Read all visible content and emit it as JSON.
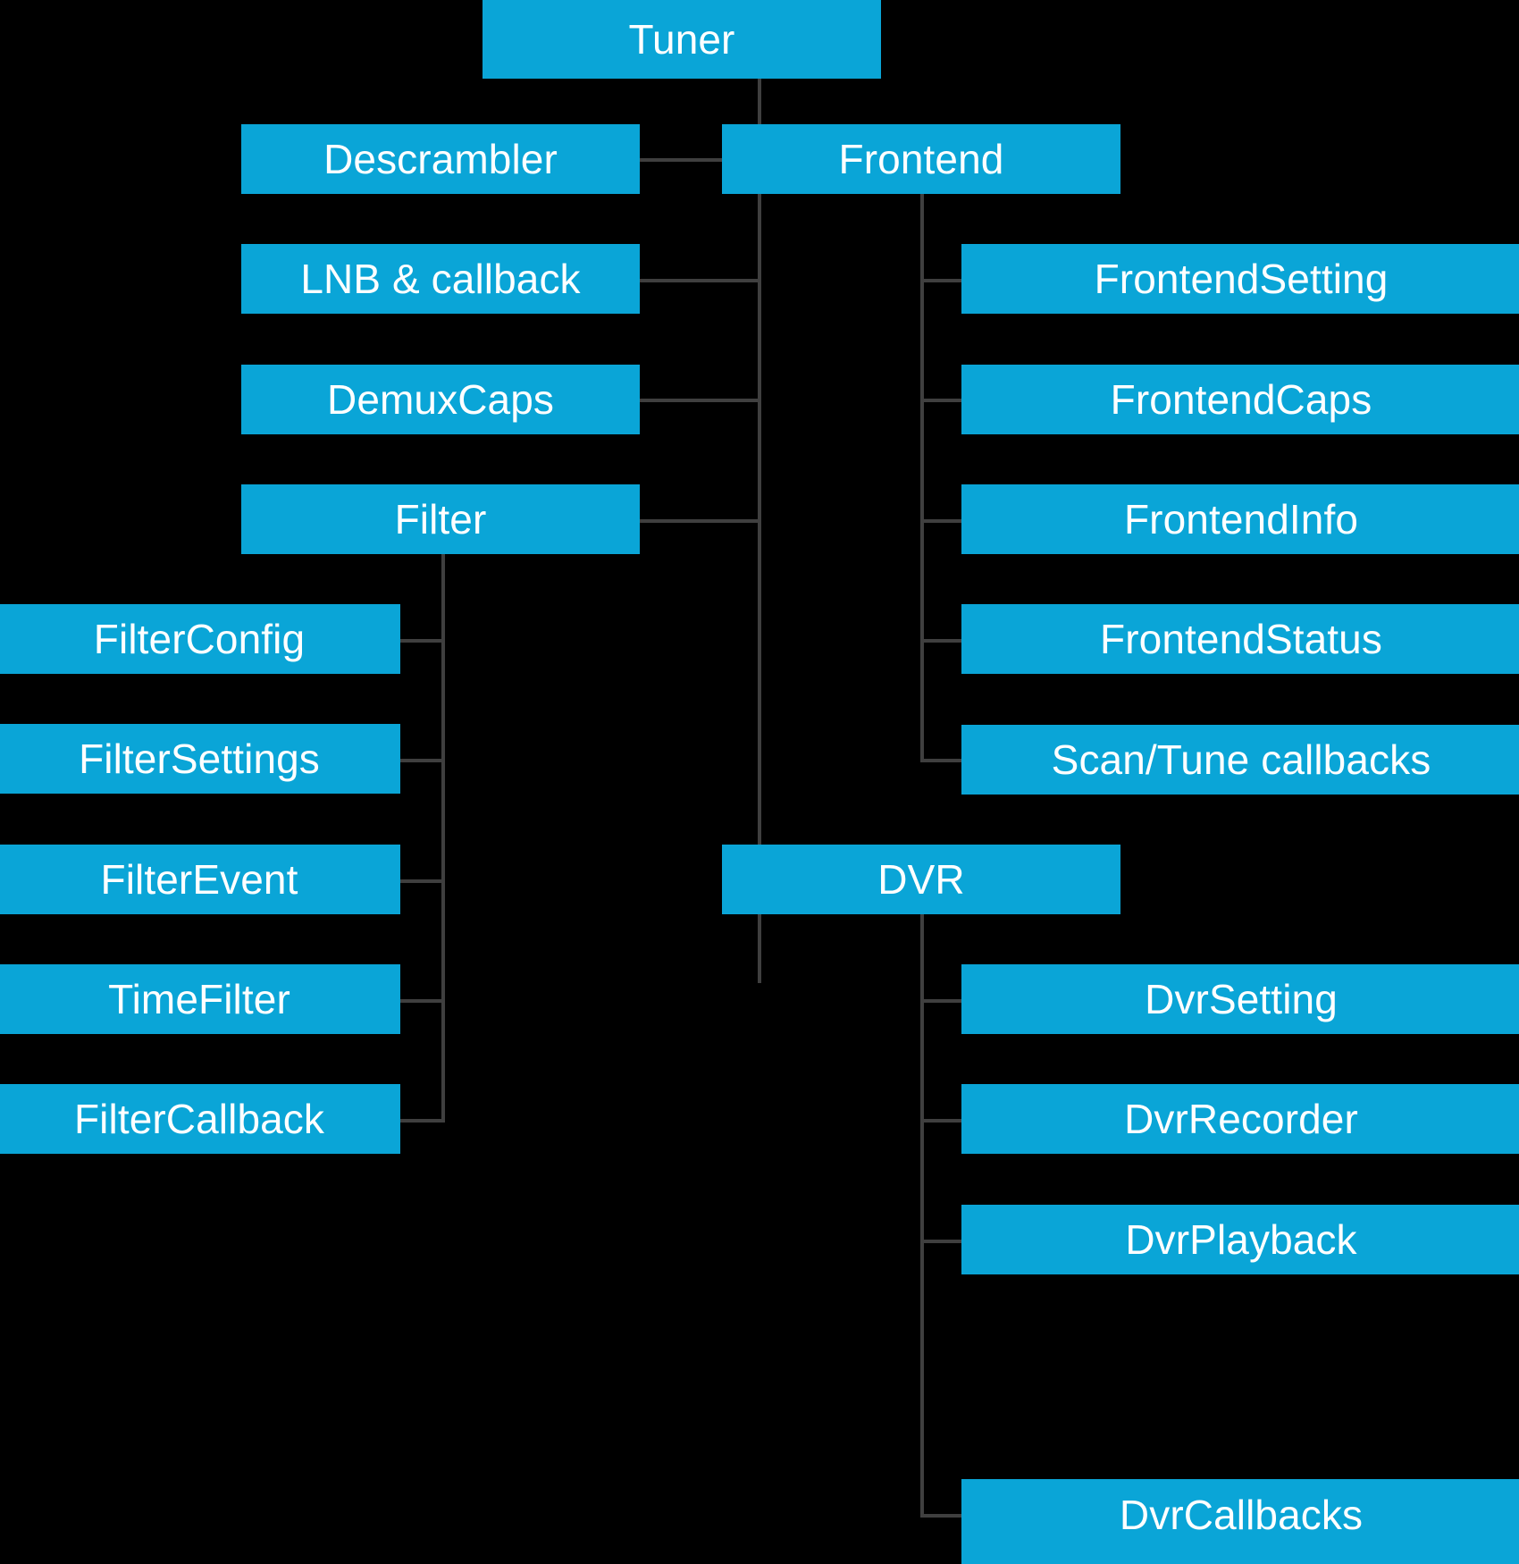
{
  "diagram": {
    "title": "Tuner",
    "type": "tree",
    "background_color": "#000000",
    "node_color": "#0aa5d7",
    "node_text_color": "#ffffff",
    "connector_color": "#3f3f3f"
  },
  "nodes": {
    "tuner": "Tuner",
    "descrambler": "Descrambler",
    "lnb_callback": "LNB & callback",
    "demux_caps": "DemuxCaps",
    "filter": "Filter",
    "filter_config": "FilterConfig",
    "filter_settings": "FilterSettings",
    "filter_event": "FilterEvent",
    "time_filter": "TimeFilter",
    "filter_callback": "FilterCallback",
    "frontend": "Frontend",
    "frontend_setting": "FrontendSetting",
    "frontend_caps": "FrontendCaps",
    "frontend_info": "FrontendInfo",
    "frontend_status": "FrontendStatus",
    "scan_tune_callbacks": "Scan/Tune callbacks",
    "dvr": "DVR",
    "dvr_setting": "DvrSetting",
    "dvr_recorder": "DvrRecorder",
    "dvr_playback": "DvrPlayback",
    "dvr_callbacks": "DvrCallbacks"
  },
  "hierarchy": {
    "root": "Tuner",
    "children": [
      {
        "name": "Descrambler",
        "children": []
      },
      {
        "name": "LNB & callback",
        "children": []
      },
      {
        "name": "DemuxCaps",
        "children": []
      },
      {
        "name": "Filter",
        "children": [
          "FilterConfig",
          "FilterSettings",
          "FilterEvent",
          "TimeFilter",
          "FilterCallback"
        ]
      },
      {
        "name": "Frontend",
        "children": [
          "FrontendSetting",
          "FrontendCaps",
          "FrontendInfo",
          "FrontendStatus",
          "Scan/Tune callbacks"
        ]
      },
      {
        "name": "DVR",
        "children": [
          "DvrSetting",
          "DvrRecorder",
          "DvrPlayback",
          "DvrCallbacks"
        ]
      }
    ]
  }
}
